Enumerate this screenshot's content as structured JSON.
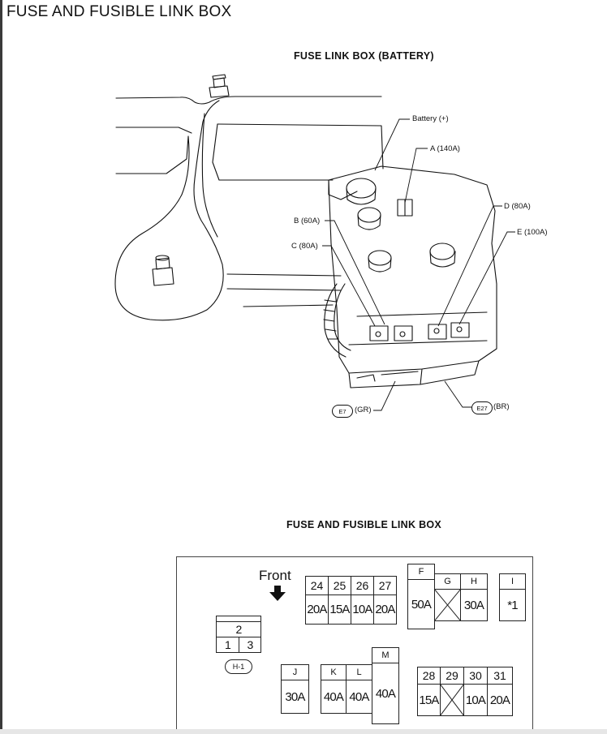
{
  "title": "FUSE AND FUSIBLE LINK BOX",
  "battery_section": {
    "title": "FUSE LINK BOX (BATTERY)",
    "callouts": {
      "battery": "Battery (+)",
      "a": "A (140A)",
      "b": "B (60A)",
      "c": "C (80A)",
      "d": "D (80A)",
      "e": "E (100A)"
    },
    "connectors": [
      {
        "id": "E7",
        "color": "(GR)"
      },
      {
        "id": "E27",
        "color": "(BR)"
      }
    ]
  },
  "fuse_box_section": {
    "title": "FUSE AND FUSIBLE LINK BOX",
    "front_label": "Front",
    "top_row": {
      "numbers": [
        "24",
        "25",
        "26",
        "27"
      ],
      "ratings": [
        "20A",
        "15A",
        "10A",
        "20A"
      ]
    },
    "f": {
      "label": "F",
      "rating": "50A"
    },
    "g": {
      "label": "G"
    },
    "h": {
      "label": "H",
      "rating": "30A"
    },
    "i": {
      "label": "I",
      "rating": "*1"
    },
    "relay": {
      "top": "2",
      "left": "1",
      "right": "3",
      "badge": "H-1"
    },
    "j": {
      "label": "J",
      "rating": "30A"
    },
    "k": {
      "label": "K",
      "rating": "40A"
    },
    "l": {
      "label": "L",
      "rating": "40A"
    },
    "m": {
      "label": "M",
      "rating": "40A"
    },
    "bottom_row": {
      "numbers": [
        "28",
        "29",
        "30",
        "31"
      ],
      "ratings": [
        "15A",
        "",
        "10A",
        "20A"
      ]
    }
  }
}
